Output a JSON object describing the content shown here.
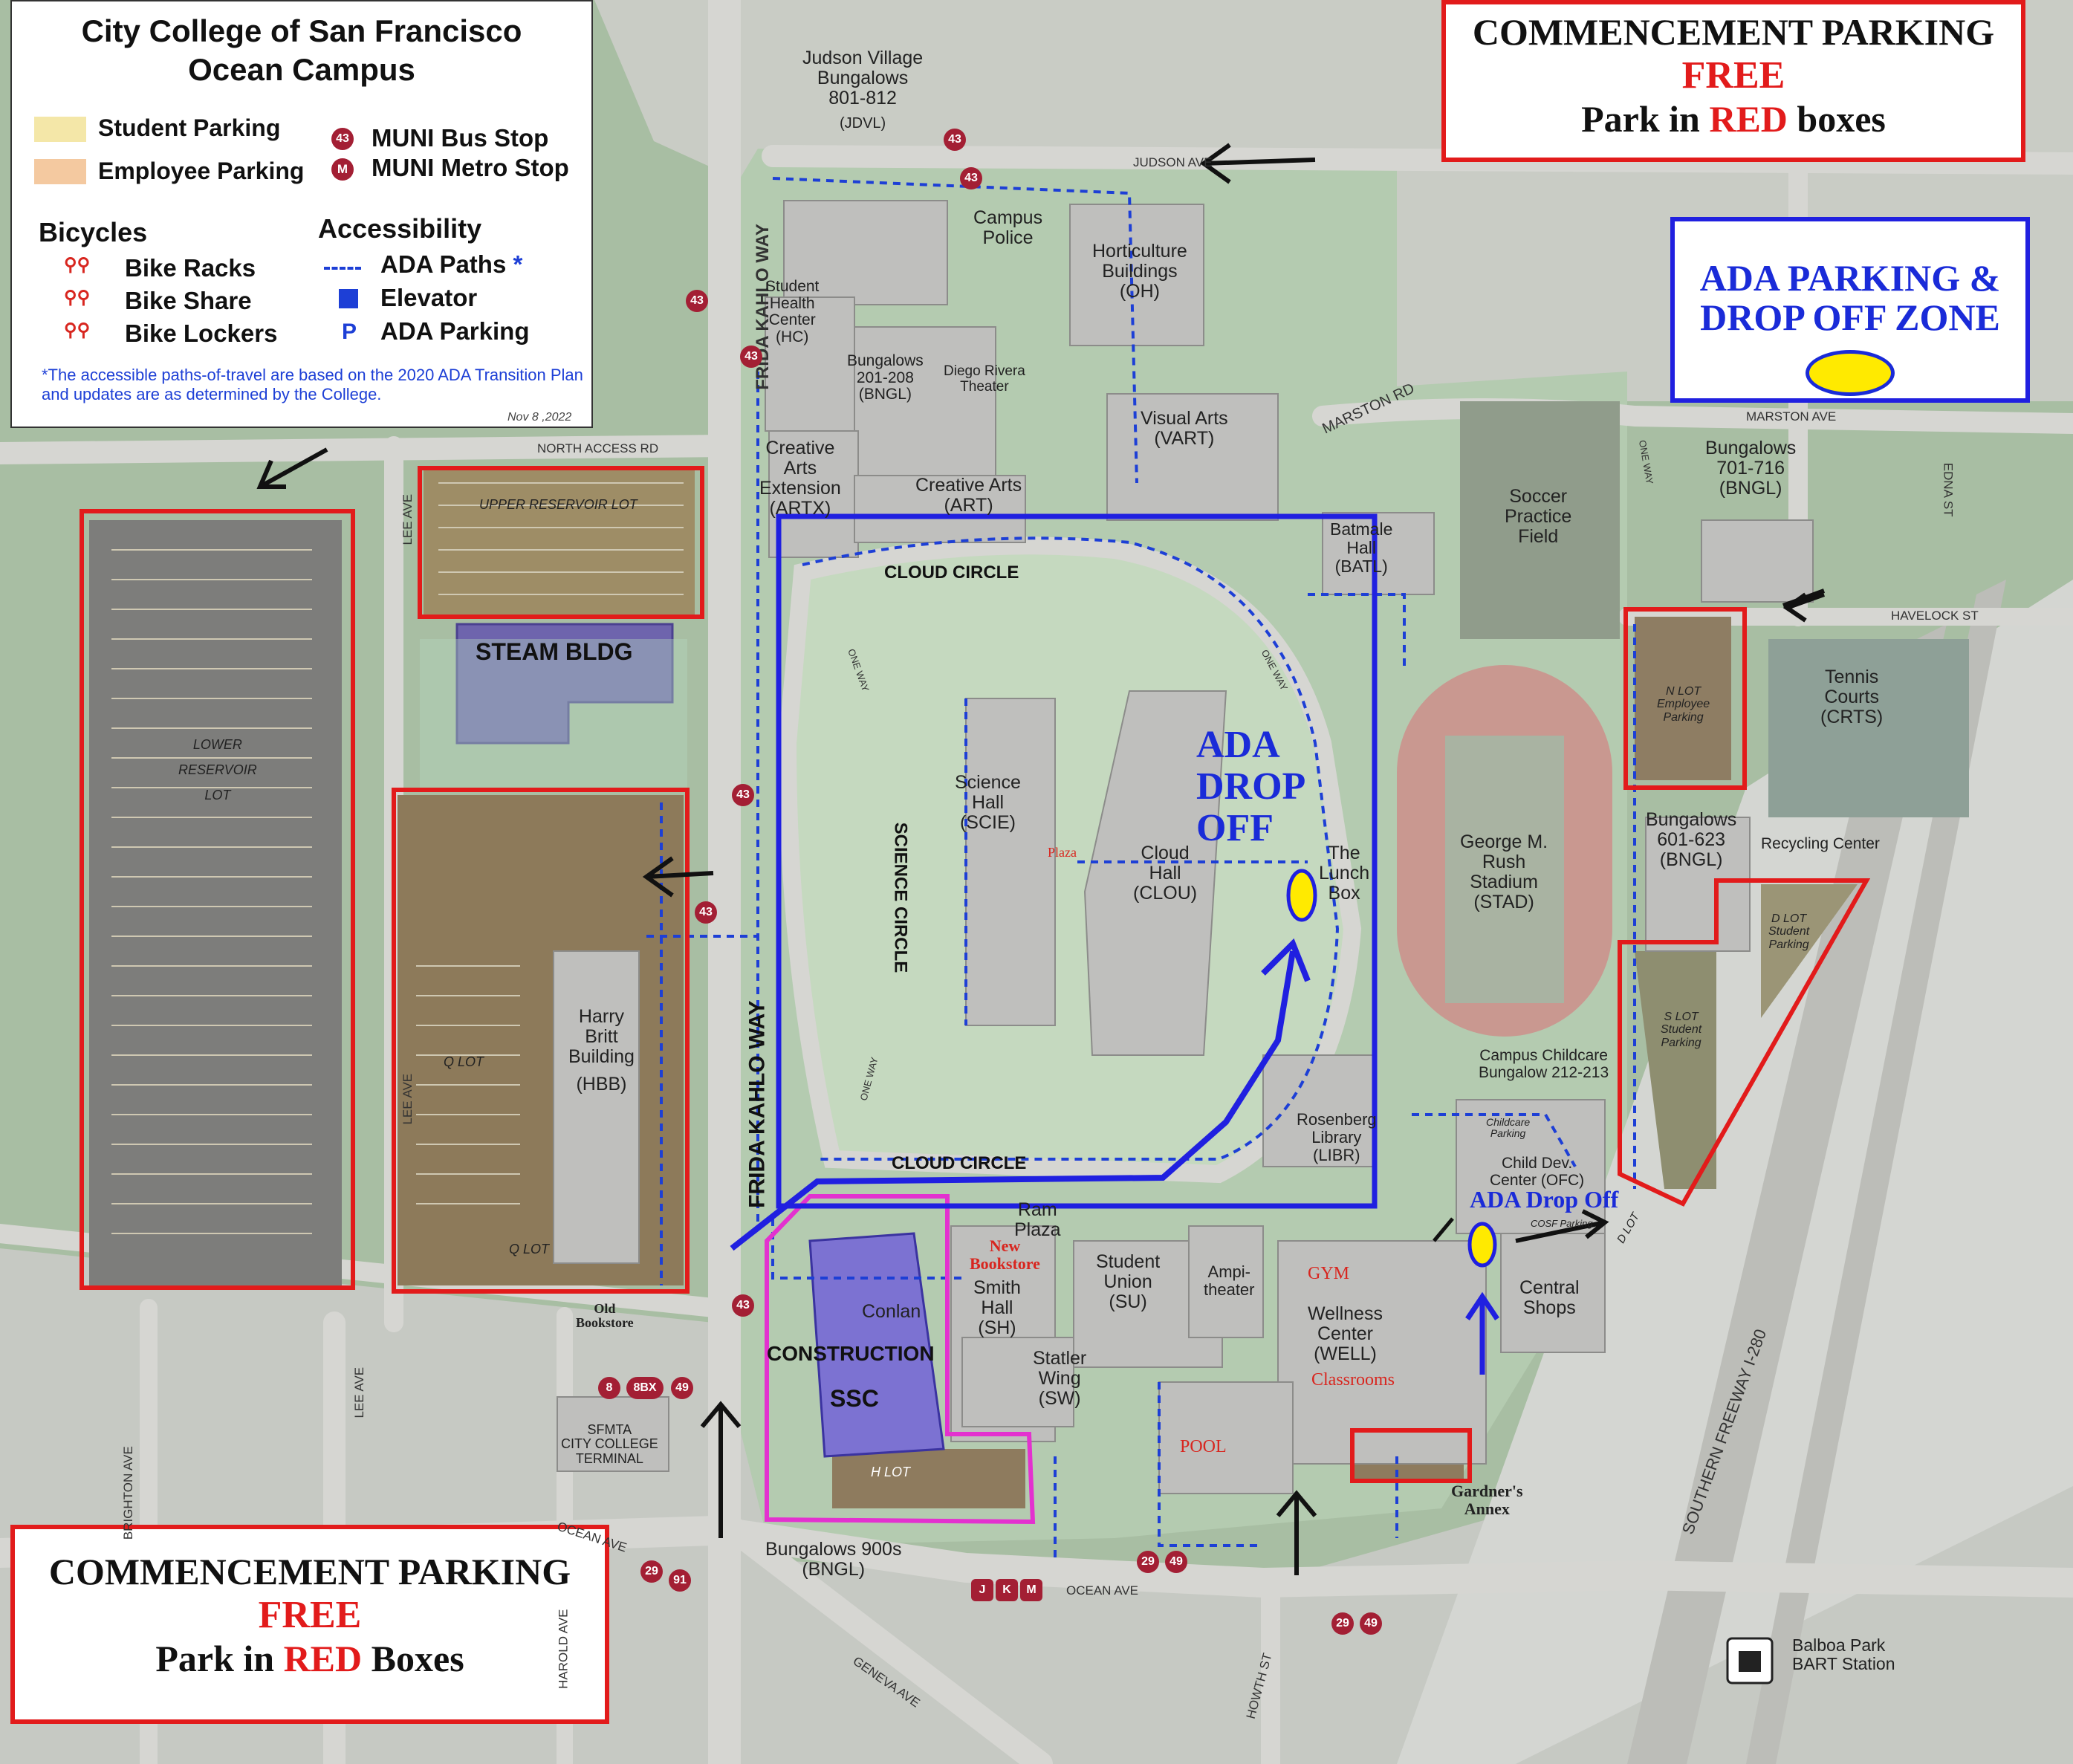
{
  "legend": {
    "title_line1": "City College of San Francisco",
    "title_line2": "Ocean Campus",
    "student_parking": "Student Parking",
    "employee_parking": "Employee Parking",
    "muni_bus_stop": "MUNI Bus Stop",
    "muni_metro_stop": "MUNI Metro Stop",
    "bus_symbol": "43",
    "metro_symbol": "M",
    "bicycles_heading": "Bicycles",
    "bike_racks": "Bike Racks",
    "bike_share": "Bike Share",
    "bike_lockers": "Bike Lockers",
    "accessibility_heading": "Accessibility",
    "ada_paths": "ADA Paths",
    "ada_paths_star": "*",
    "elevator": "Elevator",
    "ada_parking": "ADA Parking",
    "ada_parking_symbol": "P",
    "footnote": "*The accessible paths-of-travel are based on the 2020 ADA Transition Plan and updates are as determined by the College.",
    "date": "Nov 8 ,2022",
    "colors": {
      "student_parking": "#f4e7a8",
      "employee_parking": "#f4c9a0",
      "muni": "#a31f34",
      "ada_blue": "#1d3fd6"
    }
  },
  "commencement_top": {
    "line1": "COMMENCEMENT PARKING",
    "line2": "FREE",
    "line3_a": "Park in ",
    "line3_b": "RED",
    "line3_c": " boxes"
  },
  "commencement_bottom": {
    "line1": "COMMENCEMENT PARKING",
    "line2": "FREE",
    "line3_a": "Park in ",
    "line3_b": "RED",
    "line3_c": " Boxes"
  },
  "ada_zone": {
    "line1": "ADA PARKING &",
    "line2": "DROP OFF ZONE"
  },
  "ada_drop_off_main": {
    "line1": "ADA",
    "line2": "DROP",
    "line3": "OFF"
  },
  "ada_drop_off_small": "ADA Drop Off",
  "streets": {
    "judson": "JUDSON AVE",
    "frida_upper": "FRIDA KAHLO WAY",
    "frida_lower": "FRIDA KAHLO WAY",
    "north_access": "NORTH ACCESS RD",
    "lee_upper": "LEE AVE",
    "lee_mid": "LEE AVE",
    "lee_lower": "LEE AVE",
    "marston_rd": "MARSTON RD",
    "marston_ave": "MARSTON AVE",
    "havelock": "HAVELOCK ST",
    "edna": "EDNA ST",
    "one_way_east": "ONE WAY",
    "one_way_a": "ONE WAY",
    "one_way_b": "ONE WAY",
    "one_way_c": "ONE WAY",
    "cloud_circle_top": "CLOUD CIRCLE",
    "cloud_circle_bottom": "CLOUD CIRCLE",
    "science_circle": "SCIENCE CIRCLE",
    "ocean_west": "OCEAN AVE",
    "ocean_east": "OCEAN AVE",
    "brighton": "BRIGHTON AVE",
    "harold": "HAROLD AVE",
    "geneva": "GENEVA AVE",
    "howth": "HOWTH ST",
    "freeway": "SOUTHERN FREEWAY I-280"
  },
  "buildings": {
    "judson_village": [
      "Judson Village",
      "Bungalows",
      "801-812",
      "(JDVL)"
    ],
    "campus_police": [
      "Campus",
      "Police"
    ],
    "horticulture": [
      "Horticulture",
      "Buildings",
      "(OH)"
    ],
    "student_health": [
      "Student",
      "Health",
      "Center",
      "(HC)"
    ],
    "bungalows_201": [
      "Bungalows",
      "201-208",
      "(BNGL)"
    ],
    "diego_rivera": [
      "Diego Rivera",
      "Theater"
    ],
    "visual_arts": [
      "Visual Arts",
      "(VART)"
    ],
    "creative_arts_ext": [
      "Creative",
      "Arts",
      "Extension",
      "(ARTX)"
    ],
    "creative_arts": [
      "Creative Arts",
      "(ART)"
    ],
    "batmale": [
      "Batmale",
      "Hall",
      "(BATL)"
    ],
    "soccer": [
      "Soccer",
      "Practice",
      "Field"
    ],
    "bungalows_701": [
      "Bungalows",
      "701-716",
      "(BNGL)"
    ],
    "steam": [
      "STEAM BLDG"
    ],
    "science_hall": [
      "Science",
      "Hall",
      "(SCIE)"
    ],
    "plaza": [
      "Plaza"
    ],
    "cloud_hall": [
      "Cloud",
      "Hall",
      "(CLOU)"
    ],
    "lunch_box": [
      "The",
      "Lunch",
      "Box"
    ],
    "stadium": [
      "George M.",
      "Rush",
      "Stadium",
      "(STAD)"
    ],
    "tennis": [
      "Tennis",
      "Courts",
      "(CRTS)"
    ],
    "bungalows_601": [
      "Bungalows",
      "601-623",
      "(BNGL)"
    ],
    "recycling": [
      "Recycling Center"
    ],
    "harry_britt": [
      "Harry",
      "Britt",
      "Building",
      "(HBB)"
    ],
    "childcare": [
      "Campus Childcare",
      "Bungalow 212-213"
    ],
    "rosenberg": [
      "Rosenberg",
      "Library",
      "(LIBR)"
    ],
    "child_dev": [
      "Child Dev.",
      "Center (OFC)"
    ],
    "ram_plaza": [
      "Ram",
      "Plaza"
    ],
    "new_bookstore": [
      "New",
      "Bookstore"
    ],
    "smith_hall": [
      "Smith",
      "Hall",
      "(SH)"
    ],
    "student_union": [
      "Student",
      "Union",
      "(SU)"
    ],
    "amphitheater": [
      "Ampi-",
      "theater"
    ],
    "gym": [
      "GYM"
    ],
    "wellness": [
      "Wellness",
      "Center",
      "(WELL)"
    ],
    "classrooms": [
      "Classrooms"
    ],
    "central_shops": [
      "Central",
      "Shops"
    ],
    "conlan": [
      "Conlan"
    ],
    "construction": [
      "CONSTRUCTION"
    ],
    "ssc": [
      "SSC"
    ],
    "statler": [
      "Statler",
      "Wing",
      "(SW)"
    ],
    "pool": [
      "POOL"
    ],
    "gardners": [
      "Gardner's",
      "Annex"
    ],
    "old_bookstore": [
      "Old",
      "Bookstore"
    ],
    "sfmta": [
      "SFMTA",
      "CITY COLLEGE",
      "TERMINAL"
    ],
    "bungalows_900": [
      "Bungalows 900s",
      "(BNGL)"
    ],
    "balboa": [
      "Balboa Park",
      "BART Station"
    ]
  },
  "lots": {
    "upper_reservoir": "UPPER RESERVOIR LOT",
    "lower_reservoir": [
      "LOWER",
      "RESERVOIR",
      "LOT"
    ],
    "q_lot": "Q LOT",
    "q_lot_small": "Q LOT",
    "h_lot": "H LOT",
    "n_lot": [
      "N LOT",
      "Employee",
      "Parking"
    ],
    "d_lot": [
      "D LOT",
      "Student",
      "Parking"
    ],
    "s_lot": [
      "S LOT",
      "Student",
      "Parking"
    ],
    "childcare_parking": [
      "Childcare",
      "Parking"
    ],
    "cosf_parking": "COSF Parking",
    "d_lot_small": "D LOT"
  },
  "bus_stops": {
    "b43_a": "43",
    "b43_b": "43",
    "b43_c": "43",
    "b43_d": "43",
    "b43_e": "43",
    "b43_f": "43",
    "b43_g": "43",
    "b8": "8",
    "b8bx": "8BX",
    "b49_a": "49",
    "b29_a": "29",
    "b91": "91",
    "b29_b": "29",
    "b49_b": "49",
    "b29_c": "29",
    "b49_c": "49",
    "j": "J",
    "k": "K",
    "m": "M"
  }
}
